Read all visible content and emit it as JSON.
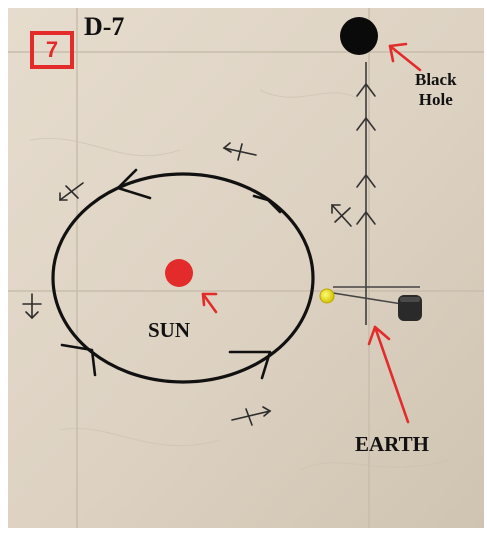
{
  "figure": {
    "badge": "7",
    "title": "D-7",
    "labels": {
      "black_hole_line1": "Black",
      "black_hole_line2": "Hole",
      "sun": "SUN",
      "earth": "EARTH"
    },
    "colors": {
      "annotation_red": "#e32b2b",
      "ink": "#111111",
      "floor": "#ddd2c2",
      "earth_ball": "#e8e000",
      "puck": "#2a2a2a"
    }
  }
}
